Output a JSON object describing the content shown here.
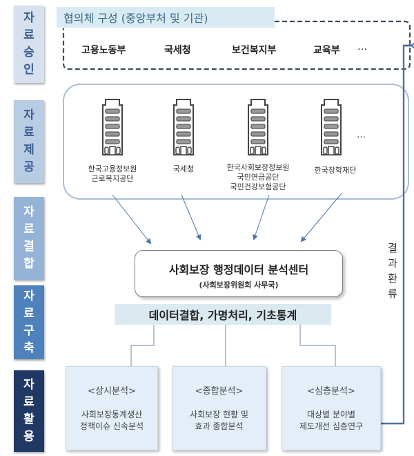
{
  "stages": [
    {
      "label": "자료승인",
      "chars": [
        "자",
        "료",
        "승",
        "인"
      ],
      "bg": "#d6e0ef",
      "fg": "#3a5f8f"
    },
    {
      "label": "자료제공",
      "chars": [
        "자",
        "료",
        "제",
        "공"
      ],
      "bg": "#b8cce4",
      "fg": "#3a5f8f"
    },
    {
      "label": "자료결합",
      "chars": [
        "자",
        "료",
        "결",
        "합"
      ],
      "bg": "#95b3d7",
      "fg": "#ffffff"
    },
    {
      "label": "자료구축",
      "chars": [
        "자",
        "료",
        "구",
        "축"
      ],
      "bg": "#4f81bd",
      "fg": "#ffffff"
    },
    {
      "label": "자료활용",
      "chars": [
        "자",
        "료",
        "활",
        "용"
      ],
      "bg": "#1f3864",
      "fg": "#ffffff"
    }
  ],
  "approval": {
    "header": "협의체 구성 (중앙부처 및 기관)",
    "ministries": [
      "고용노동부",
      "국세청",
      "보건복지부",
      "교육부",
      "…"
    ]
  },
  "providers": {
    "items": [
      {
        "label": "한국고용정보원\n근로복지공단"
      },
      {
        "label": "국세청"
      },
      {
        "label": "한국사회보장정보원\n국민연금공단\n국민건강보험공단"
      },
      {
        "label": "한국장학재단"
      }
    ],
    "more": "…"
  },
  "center": {
    "title": "사회보장 행정데이터 분석센터",
    "subtitle": "(사회보장위원회 사무국)"
  },
  "process": {
    "label": "데이터결합, 가명처리, 기초통계"
  },
  "uses": [
    {
      "title": "<상시분석>",
      "desc": "사회보장통계생산\n정책이슈 신속분석"
    },
    {
      "title": "<종합분석>",
      "desc": "사회보장 현황 및\n효과 종합분석"
    },
    {
      "title": "<심층분석>",
      "desc": "대상별 분야별\n제도개선 심층연구"
    }
  ],
  "feedback": {
    "label": "결과환류",
    "chars": [
      "결",
      "과",
      "환",
      "류"
    ]
  },
  "colors": {
    "arrow": "#4a76a8",
    "feedback_line": "#4f6fa0",
    "dashed_border": "#3d4a5c",
    "provider_border": "#a9bdd6"
  }
}
